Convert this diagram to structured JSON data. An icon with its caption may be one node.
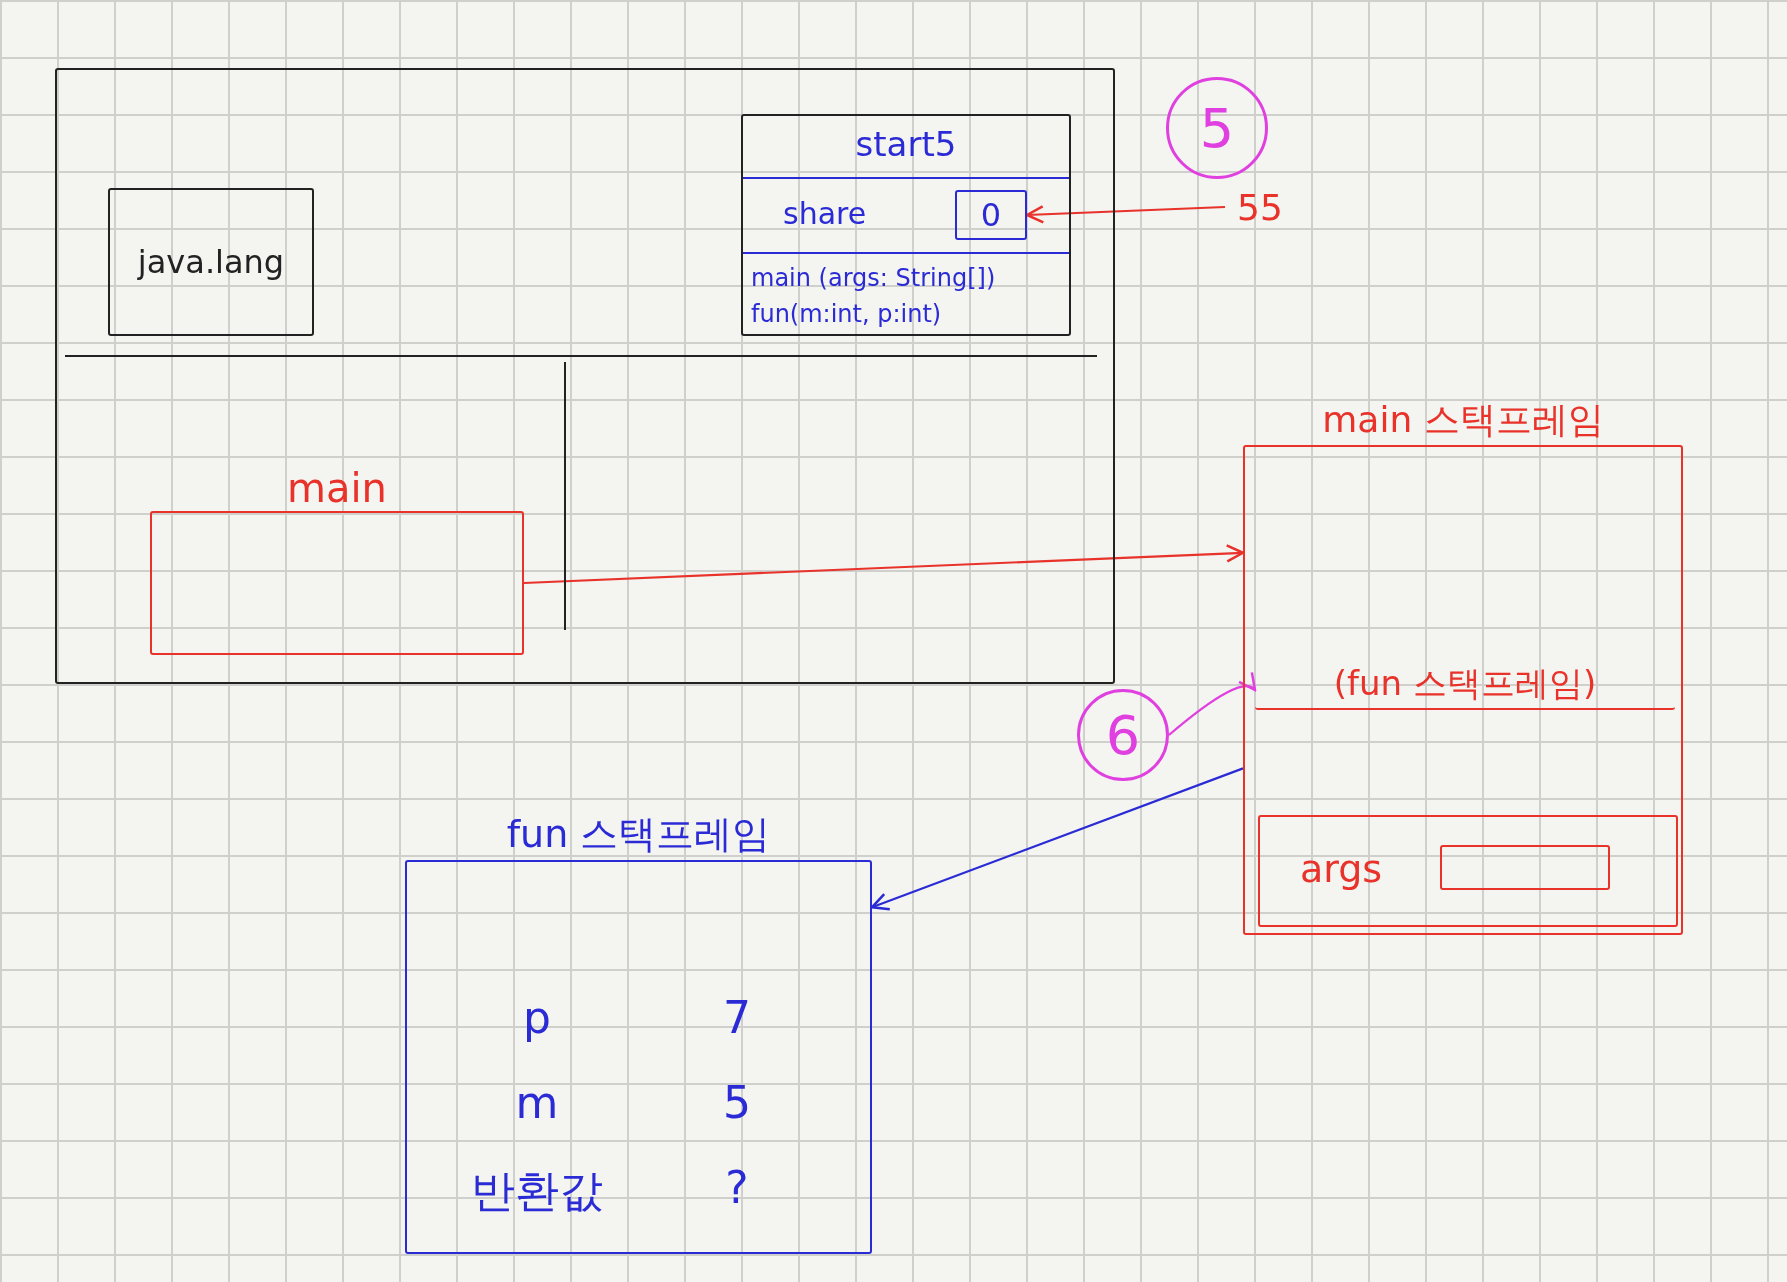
{
  "diagram": {
    "nodes": [
      {
        "text": [],
        "shape": "box"
      },
      {
        "text": [
          "java.lang"
        ],
        "in": 0
      },
      {
        "text": [
          "start5",
          "share",
          "main (args: String[])",
          "fun(m:int, p:int)"
        ],
        "in": 0
      },
      {
        "text": [
          "0"
        ],
        "in": 2
      },
      {
        "text": [
          "5"
        ]
      },
      {
        "text": [
          "55"
        ]
      },
      {
        "text": [
          "main"
        ],
        "in": 0
      },
      {
        "text": [
          "main 스택프레임"
        ]
      },
      {
        "text": [
          "(fun 스택프레임)"
        ],
        "in": 7
      },
      {
        "text": [
          "args"
        ],
        "in": 7
      },
      {
        "text": [],
        "shape": "box",
        "in": 9
      },
      {
        "text": [
          "6"
        ]
      },
      {
        "text": [
          "fun 스택프레임",
          "p",
          "7",
          "m",
          "5",
          "반환값",
          "?"
        ]
      }
    ],
    "edges": [
      {
        "from": 5,
        "to": 3,
        "arrow": "to",
        "color": "#e8322a"
      },
      {
        "from": 6,
        "to": 7,
        "arrow": "to",
        "color": "#e8322a"
      },
      {
        "from": 11,
        "to": 8,
        "arrow": "to",
        "color": "#e040e0"
      },
      {
        "from": 7,
        "to": 12,
        "arrow": "to",
        "color": "#2b2bd6"
      }
    ]
  }
}
